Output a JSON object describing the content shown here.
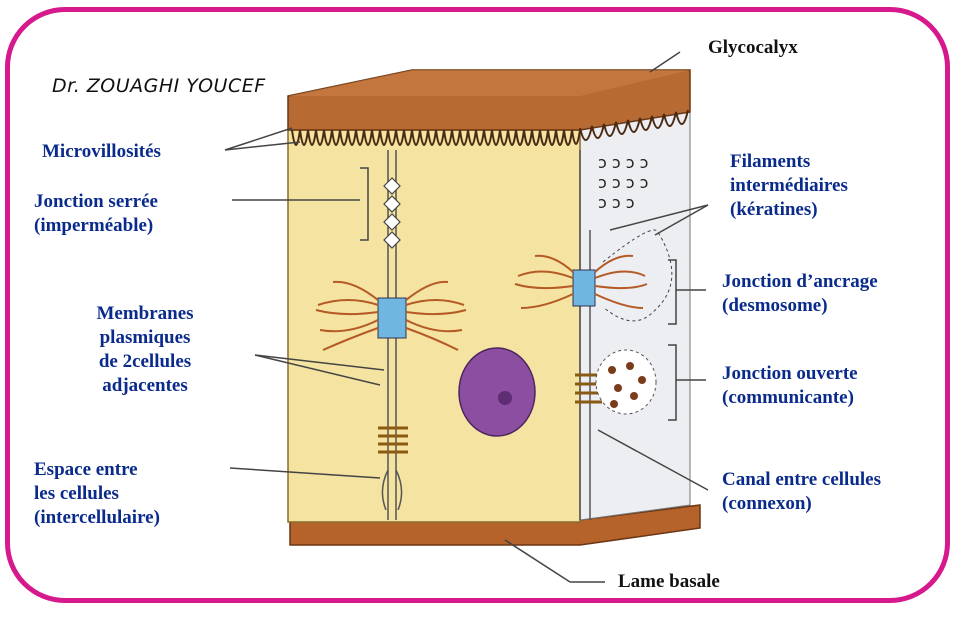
{
  "author": "Dr. ZOUAGHI YOUCEF",
  "labels": {
    "glycocalyx": "Glycocalyx",
    "microvillosites": "Microvillosités",
    "jonction_serree": [
      "Jonction serrée",
      "(imperméable)"
    ],
    "membranes": [
      "Membranes",
      "plasmiques",
      "de 2cellules",
      "adjacentes"
    ],
    "espace": [
      "Espace entre",
      "les cellules",
      "(intercellulaire)"
    ],
    "filaments": [
      "Filaments",
      "intermédiaires",
      "(kératines)"
    ],
    "jonction_ancrage": [
      "Jonction d’ancrage",
      "(desmosome)"
    ],
    "jonction_ouverte": [
      "Jonction ouverte",
      "(communicante)"
    ],
    "canal": [
      "Canal entre cellules",
      "(connexon)"
    ],
    "lame_basale": "Lame basale"
  },
  "colors": {
    "frame": "#d6198c",
    "label_blue": "#0a2b8c",
    "cytoplasm": "#f4e3a1",
    "glycocalyx": "#b86a33",
    "nucleus": "#8b4ea0",
    "junction_blue": "#6fb6e0"
  }
}
